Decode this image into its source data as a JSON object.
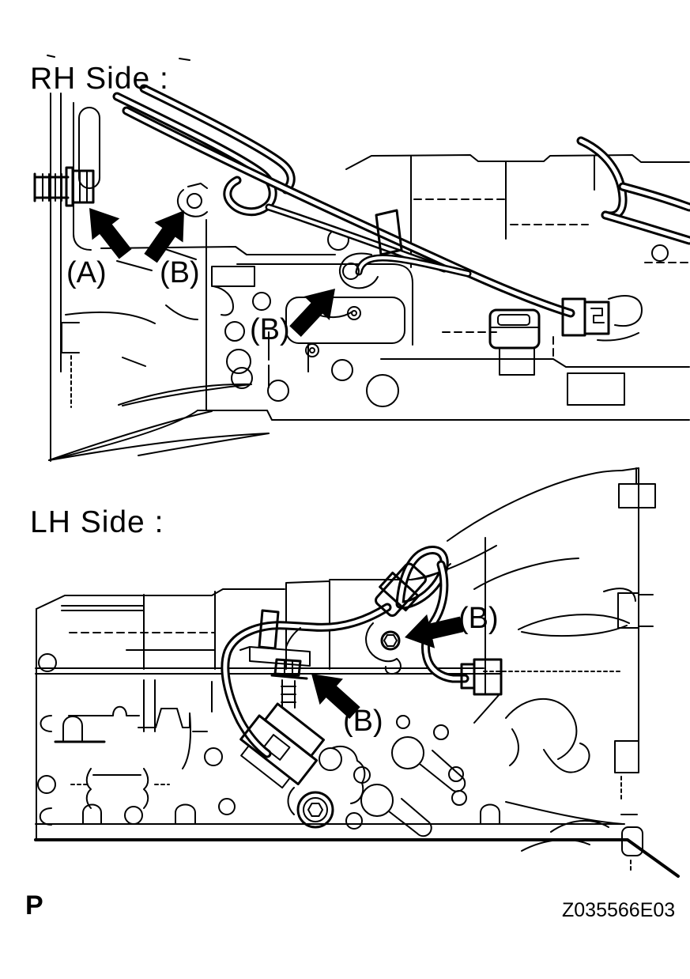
{
  "rh": {
    "title": "RH Side :",
    "callouts": [
      {
        "label": "(A)"
      },
      {
        "label": "(B)"
      },
      {
        "label": "(B)"
      }
    ]
  },
  "lh": {
    "title": "LH Side :",
    "callouts": [
      {
        "label": "(B)"
      },
      {
        "label": "(B)"
      }
    ]
  },
  "footer": {
    "page_marker": "P",
    "figure_code": "Z035566E03"
  },
  "colors": {
    "ink": "#000000",
    "paper": "#ffffff"
  }
}
